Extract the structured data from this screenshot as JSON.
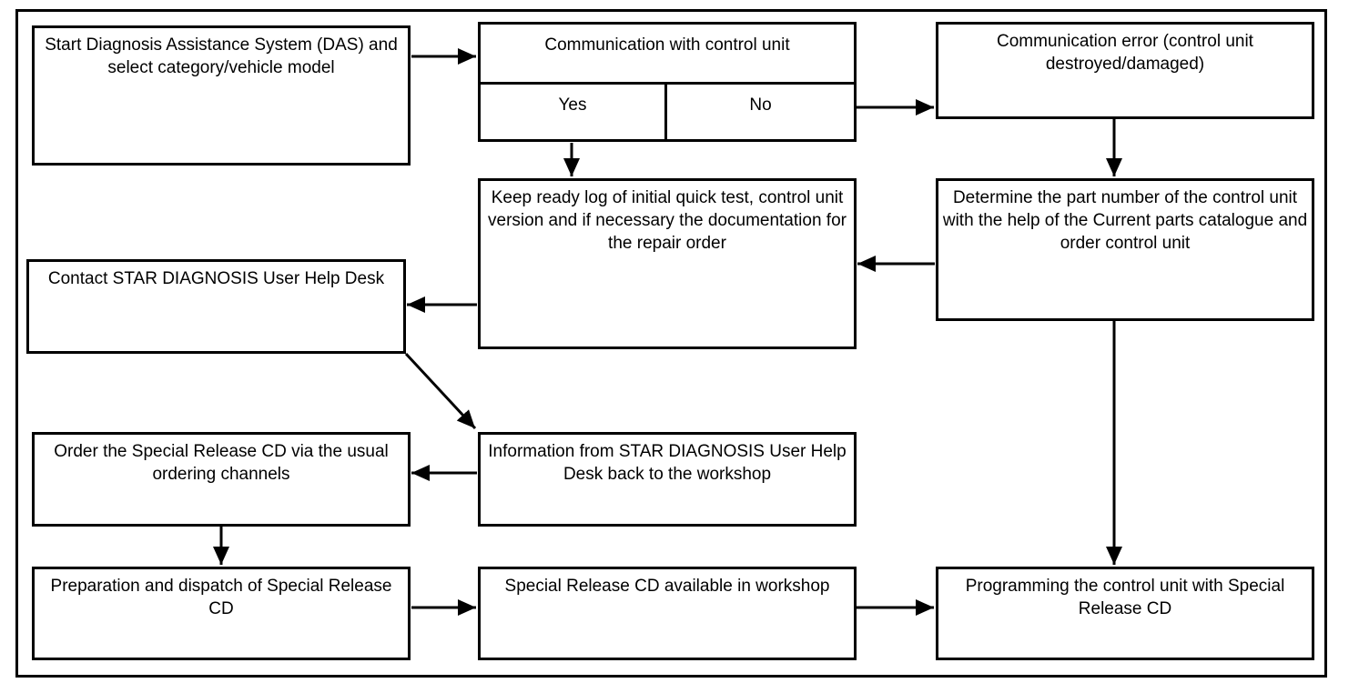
{
  "diagram": {
    "type": "flowchart",
    "colors": {
      "line": "#000000",
      "background": "#ffffff",
      "text": "#000000"
    },
    "nodes": {
      "start": {
        "label": "Start Diagnosis Assistance System (DAS) and select category/vehicle model"
      },
      "communication": {
        "label": "Communication with control unit",
        "yes": "Yes",
        "no": "No"
      },
      "comm_error": {
        "label": "Communication error (control unit destroyed/damaged)"
      },
      "keep_log": {
        "label": "Keep ready log of initial quick test, control unit version and if necessary the documentation for the repair order"
      },
      "determine_part": {
        "label": "Determine the part number of the control unit with the help of the Current parts catalogue and order control unit"
      },
      "contact_desk": {
        "label": "Contact STAR DIAGNOSIS User Help Desk"
      },
      "order_cd": {
        "label": "Order the Special Release CD via the usual ordering channels"
      },
      "info_back": {
        "label": "Information from STAR DIAGNOSIS User Help Desk back to the workshop"
      },
      "prepare_cd": {
        "label": "Preparation and dispatch of Special Release CD"
      },
      "cd_available": {
        "label": "Special Release CD available in workshop"
      },
      "programming": {
        "label": "Programming the control unit with Special Release CD"
      }
    },
    "edges": [
      {
        "from": "start",
        "to": "communication"
      },
      {
        "from": "communication",
        "branch": "yes",
        "to": "keep_log"
      },
      {
        "from": "communication",
        "branch": "no",
        "to": "comm_error"
      },
      {
        "from": "comm_error",
        "to": "determine_part"
      },
      {
        "from": "determine_part",
        "to": "keep_log"
      },
      {
        "from": "keep_log",
        "to": "contact_desk"
      },
      {
        "from": "contact_desk",
        "to": "info_back"
      },
      {
        "from": "info_back",
        "to": "order_cd"
      },
      {
        "from": "order_cd",
        "to": "prepare_cd"
      },
      {
        "from": "determine_part",
        "to": "programming"
      },
      {
        "from": "prepare_cd",
        "to": "cd_available"
      },
      {
        "from": "cd_available",
        "to": "programming"
      }
    ]
  }
}
